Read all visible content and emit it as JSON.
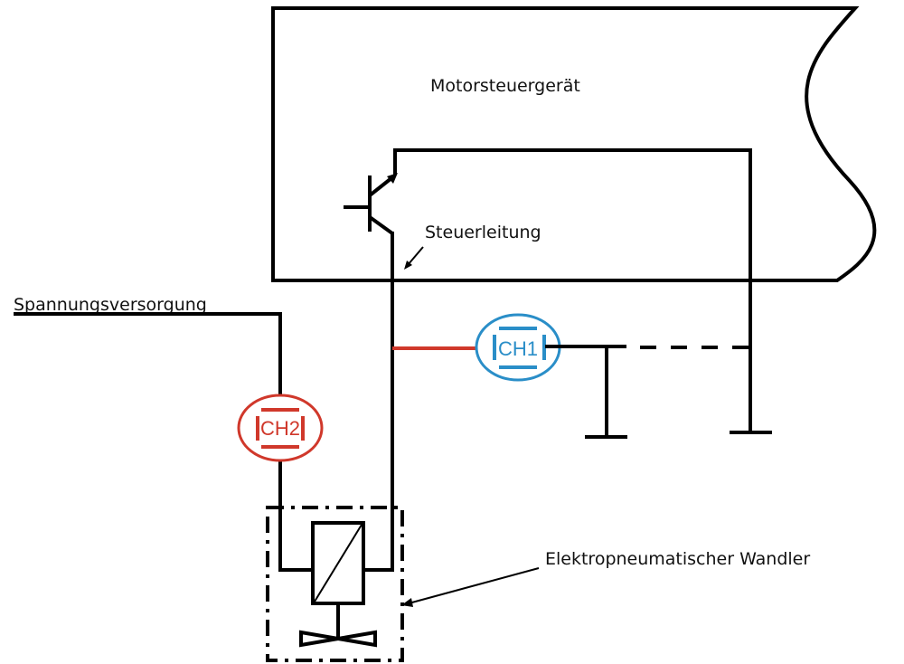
{
  "diagram": {
    "labels": {
      "ecu": "Motorsteuergerät",
      "control_line": "Steuerleitung",
      "power_supply": "Spannungsversorgung",
      "transducer": "Elektropneumatischer Wandler"
    },
    "probes": [
      {
        "id": "ch1",
        "label": "CH1",
        "color": "#2a8ec8"
      },
      {
        "id": "ch2",
        "label": "CH2",
        "color": "#d0382b"
      }
    ],
    "colors": {
      "wire": "#000000",
      "measured_segment": "#d0382b"
    }
  }
}
